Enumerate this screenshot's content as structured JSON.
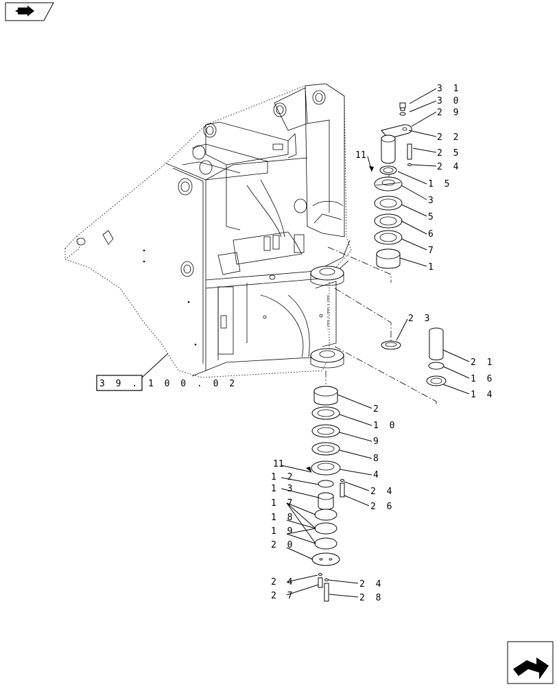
{
  "reference_box": "3 9 . 1 0 0 . 0 2",
  "callouts": {
    "c31": "3 1",
    "c30": "3 0",
    "c29": "2 9",
    "c22": "2 2",
    "c25a": "2 5",
    "c24a": "2 4",
    "c15": "1 5",
    "c3": "3",
    "c5": "5",
    "c6": "6",
    "c7": "7",
    "c1": "1",
    "c11a": "11",
    "c23": "2 3",
    "c21": "2 1",
    "c16": "1 6",
    "c14": "1 4",
    "c2": "2",
    "c10": "1 0",
    "c9": "9",
    "c8": "8",
    "c4": "4",
    "c11b": "11",
    "c12": "1 2",
    "c13": "1 3",
    "c24b": "2 4",
    "c26": "2 6",
    "c17": "1 7",
    "c18": "1 8",
    "c19": "1 9",
    "c20": "2 0",
    "c24c": "2 4",
    "c27": "2 7",
    "c24d": "2 4",
    "c28": "2 8"
  },
  "icons": {
    "top_left": "folder-arrow-icon",
    "bottom_right": "next-page-arrow-icon"
  }
}
